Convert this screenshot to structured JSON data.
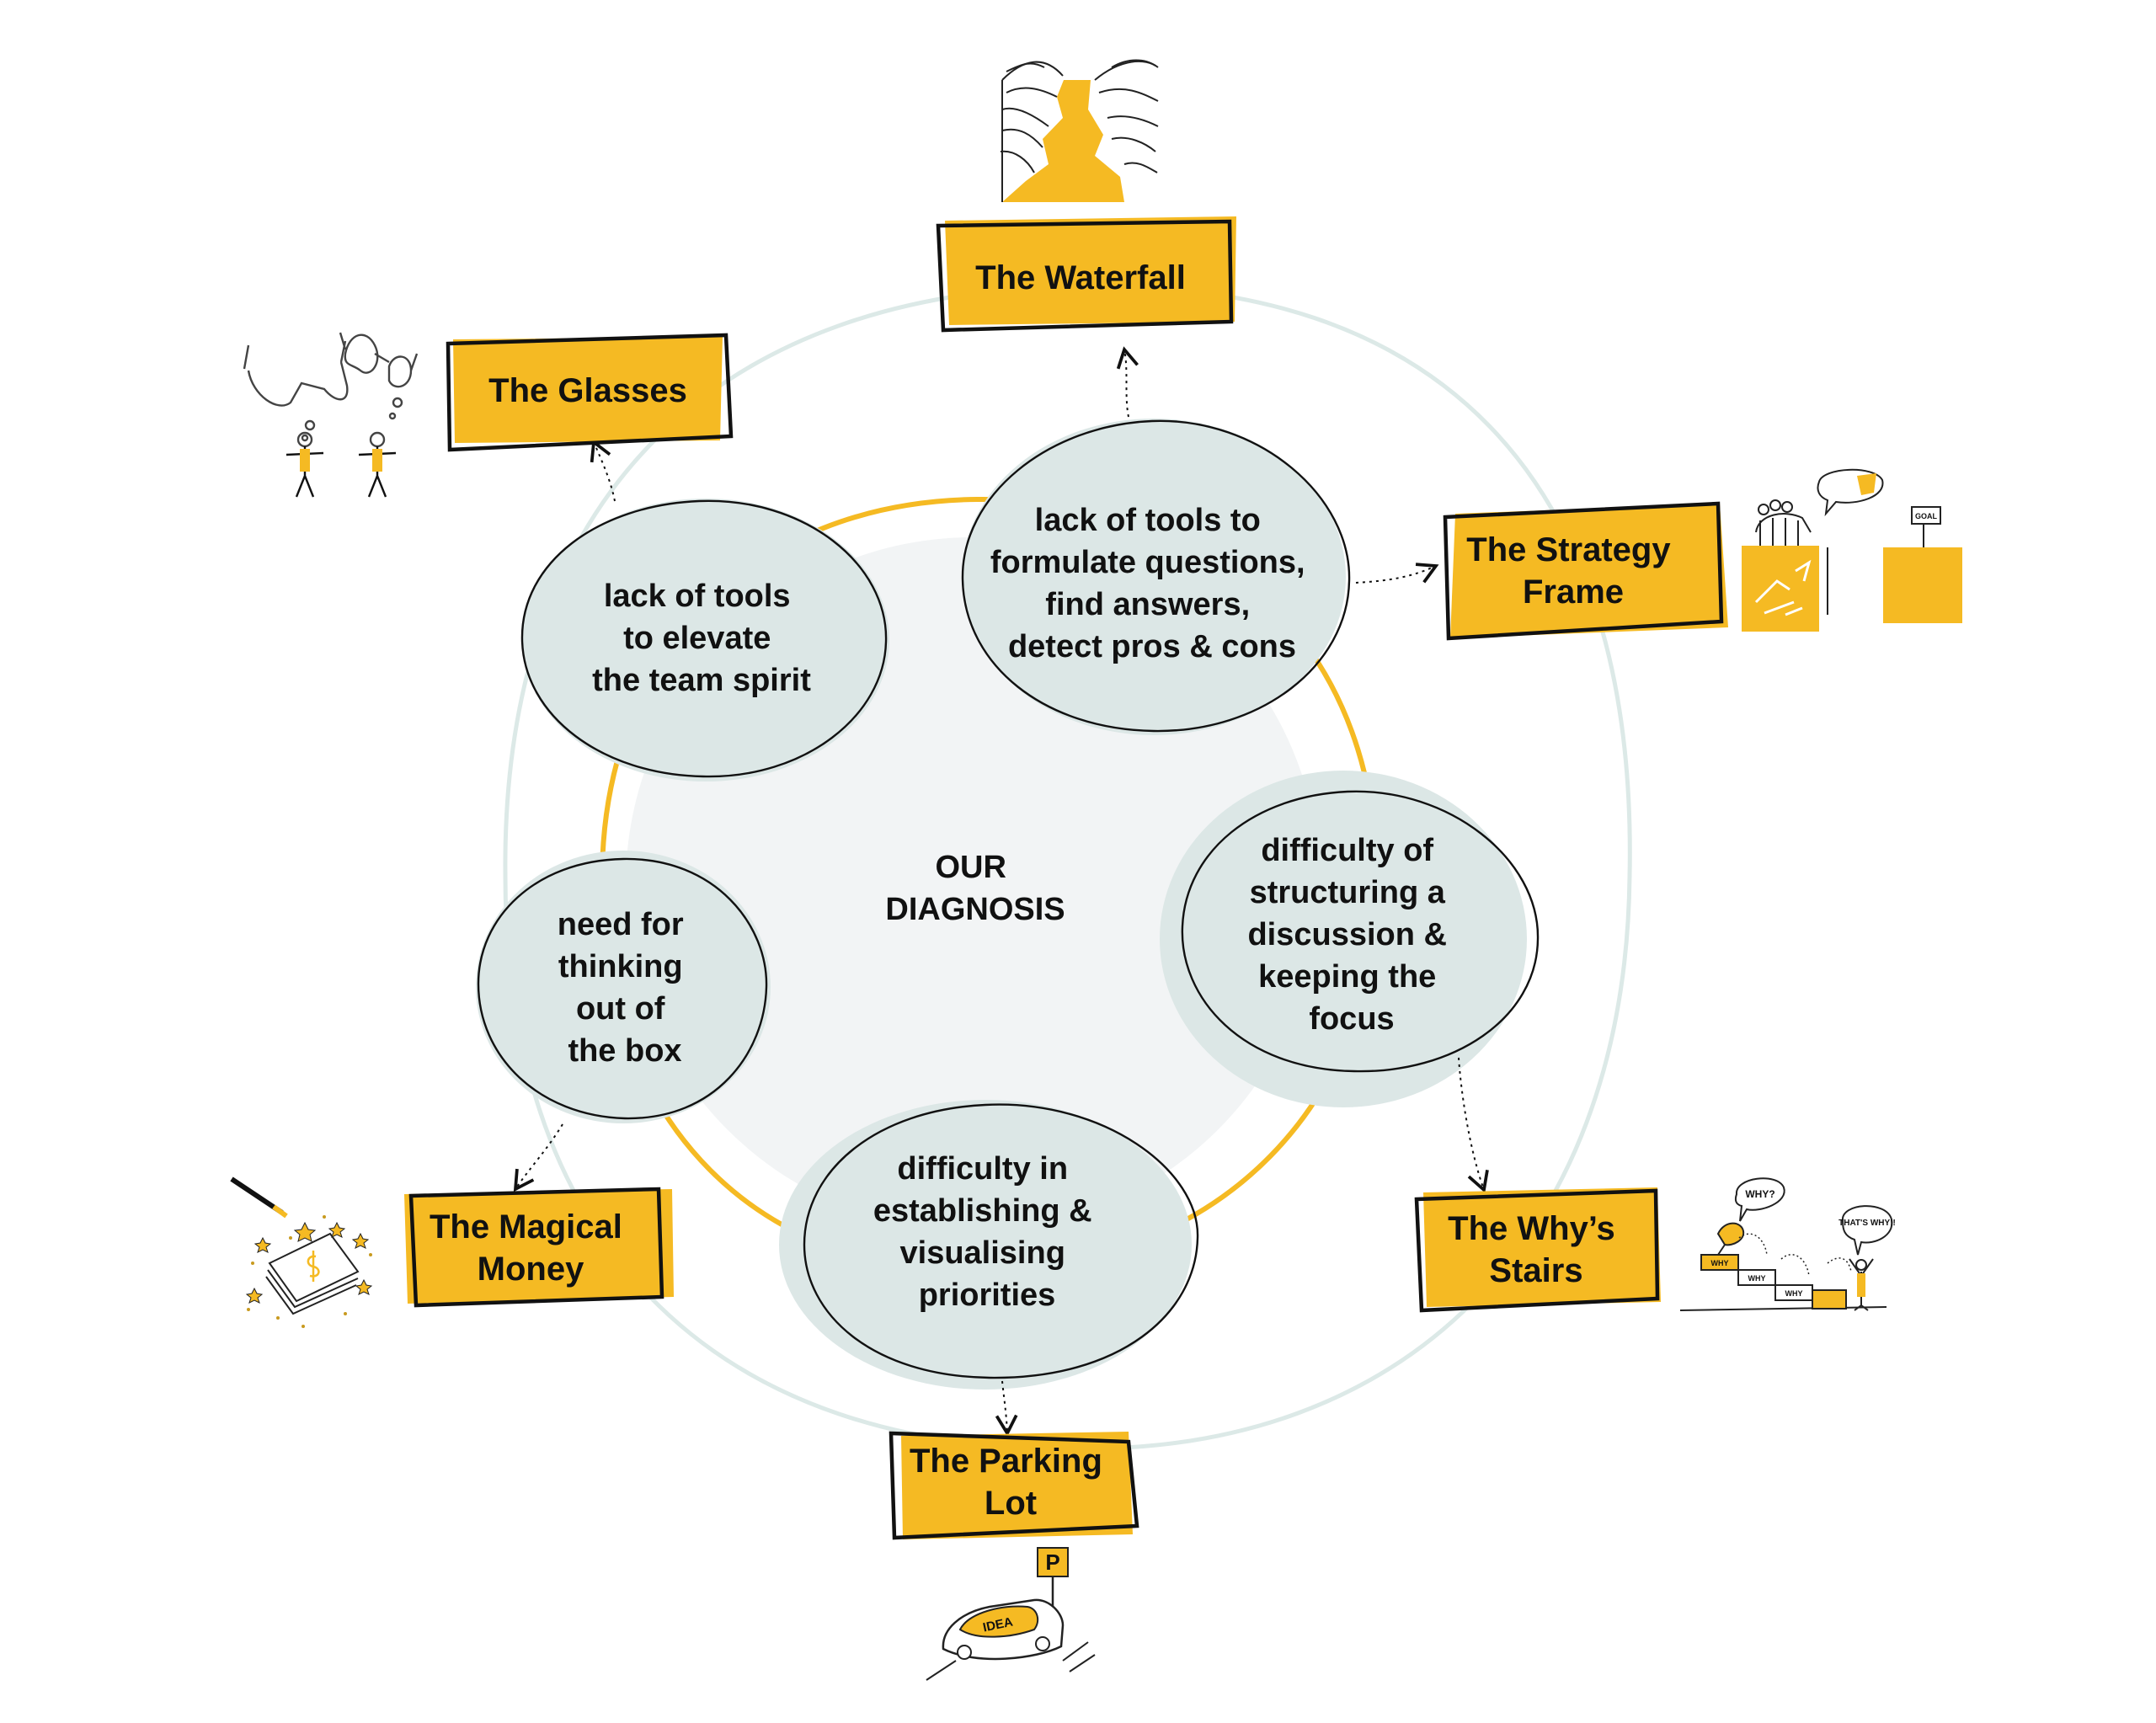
{
  "colors": {
    "accent": "#F5BA23",
    "bubble_fill": "#DCE7E6",
    "center_fill": "#F2F4F5",
    "outer_ring": "#DCE9E7",
    "ink": "#111111"
  },
  "center": {
    "line1": "OUR",
    "line2": "DIAGNOSIS"
  },
  "problems": [
    {
      "id": "questions",
      "lines": [
        "lack of tools to",
        "formulate questions,",
        "find answers,",
        "detect pros & cons"
      ]
    },
    {
      "id": "team-spirit",
      "lines": [
        "lack of tools",
        "to elevate",
        "the team spirit"
      ]
    },
    {
      "id": "focus",
      "lines": [
        "difficulty of",
        "structuring a",
        "discussion &",
        "keeping the",
        "focus"
      ]
    },
    {
      "id": "thinking",
      "lines": [
        "need for",
        "thinking",
        "out of",
        "the box"
      ]
    },
    {
      "id": "priorities",
      "lines": [
        "difficulty in",
        "establishing &",
        "visualising",
        "priorities"
      ]
    }
  ],
  "tools": [
    {
      "id": "waterfall",
      "lines": [
        "The Waterfall"
      ]
    },
    {
      "id": "glasses",
      "lines": [
        "The Glasses"
      ]
    },
    {
      "id": "strategy-frame",
      "lines": [
        "The Strategy",
        "Frame"
      ]
    },
    {
      "id": "whys-stairs",
      "lines": [
        "The Why’s",
        "Stairs"
      ]
    },
    {
      "id": "magical-money",
      "lines": [
        "The Magical",
        "Money"
      ]
    },
    {
      "id": "parking-lot",
      "lines": [
        "The Parking",
        "Lot"
      ]
    }
  ],
  "sketch_labels": {
    "goal": "GOAL",
    "why": "WHY?",
    "thats_why": "THAT'S WHY!!",
    "stair_why": "WHY",
    "parking_sign": "P",
    "idea": "IDEA"
  },
  "icons": {
    "waterfall": "waterfall-sketch-icon",
    "glasses": "glasses-people-sketch-icon",
    "strategy": "strategy-frame-sketch-icon",
    "stairs": "why-stairs-sketch-icon",
    "money": "magic-wand-money-sketch-icon",
    "parking": "parked-idea-car-sketch-icon"
  }
}
